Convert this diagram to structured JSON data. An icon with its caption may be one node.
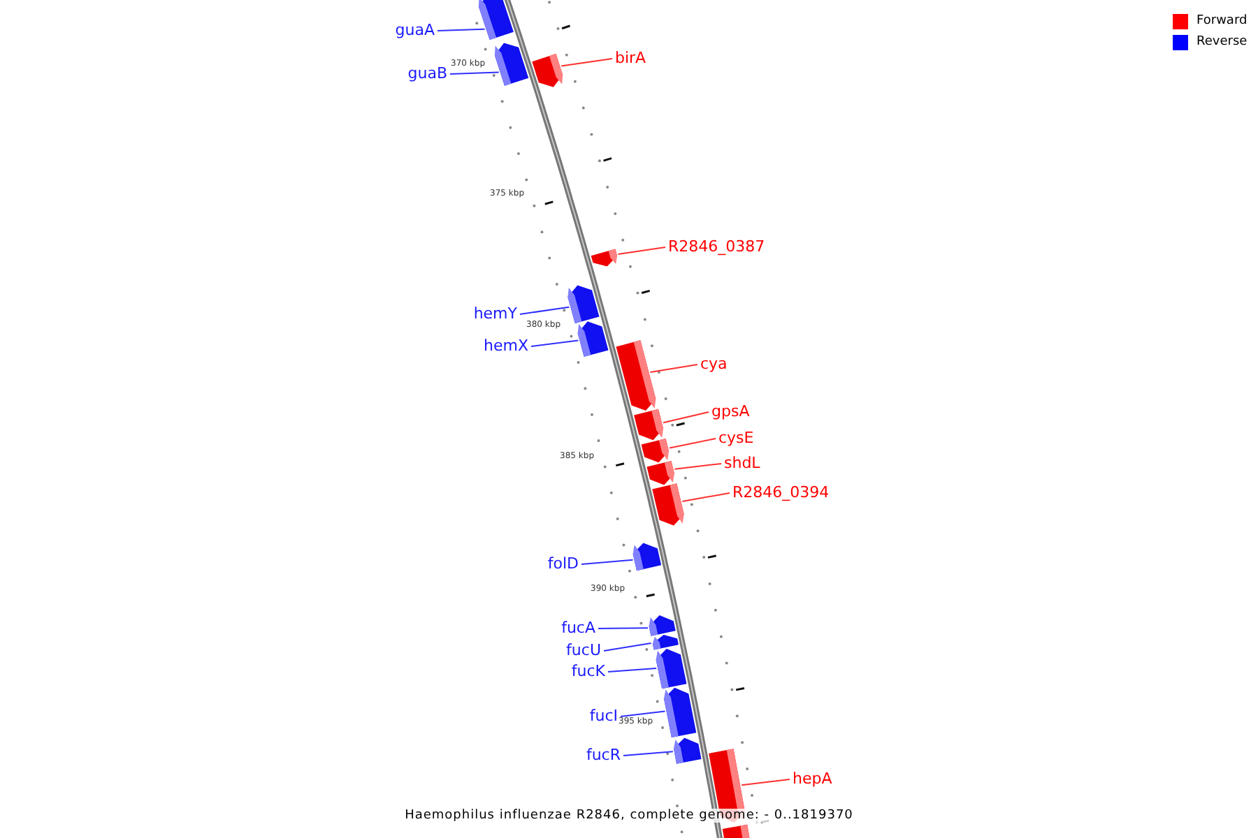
{
  "diagram": {
    "caption": "Haemophilus influenzae R2846, complete genome: - 0..1819370",
    "nodes": [
      {
        "text": [
          "guaA"
        ]
      },
      {
        "text": [],
        "shape": "arrow"
      },
      {
        "text": [
          "guaB"
        ]
      },
      {
        "text": [],
        "shape": "arrow"
      },
      {
        "text": [
          "birA"
        ]
      },
      {
        "text": [],
        "shape": "arrow"
      },
      {
        "text": [
          "R2846_0387"
        ]
      },
      {
        "text": [],
        "shape": "arrow"
      },
      {
        "text": [
          "hemY"
        ]
      },
      {
        "text": [],
        "shape": "arrow"
      },
      {
        "text": [
          "hemX"
        ]
      },
      {
        "text": [],
        "shape": "arrow"
      },
      {
        "text": [
          "cya"
        ]
      },
      {
        "text": [],
        "shape": "arrow"
      },
      {
        "text": [
          "gpsA"
        ]
      },
      {
        "text": [],
        "shape": "arrow"
      },
      {
        "text": [
          "cysE"
        ]
      },
      {
        "text": [],
        "shape": "arrow"
      },
      {
        "text": [
          "shdL"
        ]
      },
      {
        "text": [],
        "shape": "arrow"
      },
      {
        "text": [
          "R2846_0394"
        ]
      },
      {
        "text": [],
        "shape": "arrow"
      },
      {
        "text": [
          "folD"
        ]
      },
      {
        "text": [],
        "shape": "arrow"
      },
      {
        "text": [
          "fucA"
        ]
      },
      {
        "text": [],
        "shape": "arrow"
      },
      {
        "text": [
          "fucU"
        ]
      },
      {
        "text": [],
        "shape": "arrow"
      },
      {
        "text": [
          "fucK"
        ]
      },
      {
        "text": [],
        "shape": "arrow"
      },
      {
        "text": [
          "fucI"
        ]
      },
      {
        "text": [],
        "shape": "arrow"
      },
      {
        "text": [
          "fucR"
        ]
      },
      {
        "text": [],
        "shape": "arrow"
      },
      {
        "text": [
          "hepA"
        ]
      },
      {
        "text": [],
        "shape": "arrow"
      },
      {
        "text": [],
        "shape": "arrow"
      }
    ],
    "edges": [
      {
        "from": 0,
        "to": 1,
        "arrow": "none"
      },
      {
        "from": 2,
        "to": 3,
        "arrow": "none"
      },
      {
        "from": 4,
        "to": 5,
        "arrow": "none",
        "color": "#ff3030"
      },
      {
        "from": 6,
        "to": 7,
        "arrow": "none",
        "color": "#ff3030"
      },
      {
        "from": 8,
        "to": 9,
        "arrow": "none"
      },
      {
        "from": 10,
        "to": 11,
        "arrow": "none"
      },
      {
        "from": 12,
        "to": 13,
        "arrow": "none",
        "color": "#ff3030"
      },
      {
        "from": 14,
        "to": 15,
        "arrow": "none",
        "color": "#ff3030"
      },
      {
        "from": 16,
        "to": 17,
        "arrow": "none",
        "color": "#ff3030"
      },
      {
        "from": 18,
        "to": 19,
        "arrow": "none",
        "color": "#ff3030"
      },
      {
        "from": 20,
        "to": 21,
        "arrow": "none",
        "color": "#ff3030"
      },
      {
        "from": 22,
        "to": 23,
        "arrow": "none"
      },
      {
        "from": 24,
        "to": 25,
        "arrow": "none"
      },
      {
        "from": 26,
        "to": 27,
        "arrow": "none"
      },
      {
        "from": 28,
        "to": 29,
        "arrow": "none"
      },
      {
        "from": 30,
        "to": 31,
        "arrow": "none"
      },
      {
        "from": 32,
        "to": 33,
        "arrow": "none"
      },
      {
        "from": 34,
        "to": 35,
        "arrow": "none",
        "color": "#ff3030"
      }
    ],
    "labels": [
      "370 kbp",
      "375 kbp",
      "380 kbp",
      "385 kbp",
      "390 kbp",
      "395 kbp"
    ],
    "legend": [
      {
        "text": "Forward",
        "color": "#ff0000"
      },
      {
        "text": "Reverse",
        "color": "#0000ff"
      }
    ]
  }
}
